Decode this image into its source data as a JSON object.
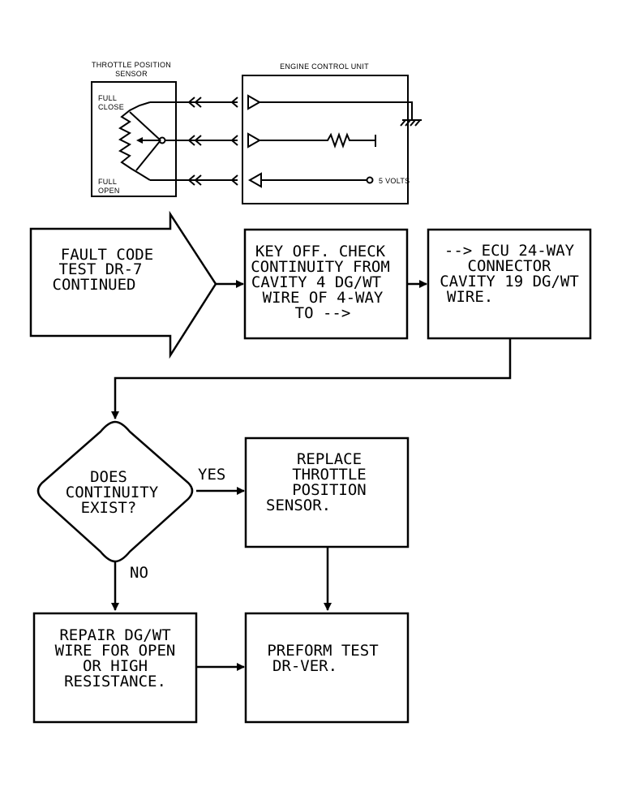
{
  "schematic": {
    "sensor_title": [
      "THROTTLE POSITION",
      "SENSOR"
    ],
    "ecu_title": "ENGINE CONTROL UNIT",
    "full_close": [
      "FULL",
      "CLOSE"
    ],
    "full_open": [
      "FULL",
      "OPEN"
    ],
    "five_volts": "5 VOLTS"
  },
  "flow": {
    "start": [
      "FAULT CODE",
      "TEST DR-7",
      "CONTINUED"
    ],
    "step1": [
      "KEY OFF. CHECK",
      "CONTINUITY FROM",
      "CAVITY 4 DG/WT",
      "WIRE OF 4-WAY",
      "TO -->"
    ],
    "step2": [
      "--> ECU 24-WAY",
      "CONNECTOR",
      "CAVITY 19 DG/WT",
      "WIRE."
    ],
    "decision": [
      "DOES",
      "CONTINUITY",
      "EXIST?"
    ],
    "yes_label": "YES",
    "no_label": "NO",
    "yes_box": [
      "REPLACE",
      "THROTTLE",
      "POSITION",
      "SENSOR."
    ],
    "no_box": [
      "REPAIR DG/WT",
      "WIRE FOR OPEN",
      "OR HIGH",
      "RESISTANCE."
    ],
    "final_box": [
      "PREFORM TEST",
      "DR-VER."
    ]
  }
}
